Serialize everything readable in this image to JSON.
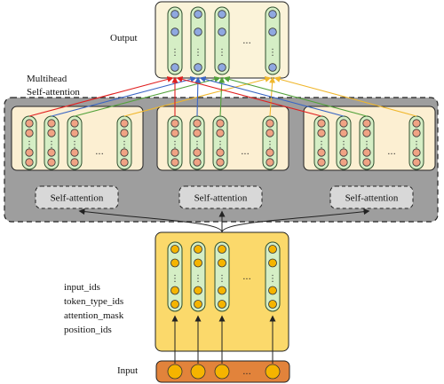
{
  "labels": {
    "output": "Output",
    "multihead_line1": "Multihead",
    "multihead_line2": "Self-attention",
    "input": "Input",
    "input_fields": [
      "input_ids",
      "token_type_ids",
      "attention_mask",
      "position_ids"
    ]
  },
  "self_attention_label": "Self-attention",
  "heads": 3,
  "ellipsis": "...",
  "vertical_dots": "⋮",
  "colors": {
    "output_box": "#fbf3d9",
    "output_node": "#8fa8e0",
    "head_box": "#fcefd2",
    "head_node": "#f0a384",
    "input_box": "#fbd96b",
    "input_node": "#f5b400",
    "column_fill": "#d5eec5",
    "column_stroke": "#2f4f2f",
    "multihead_panel": "#9e9e9e",
    "self_attention_box": "#d8d8d8",
    "embedding_bar": "#e2833b",
    "arrow_colors": [
      "#e02020",
      "#3a66c4",
      "#53a23a",
      "#f0b72c"
    ]
  }
}
